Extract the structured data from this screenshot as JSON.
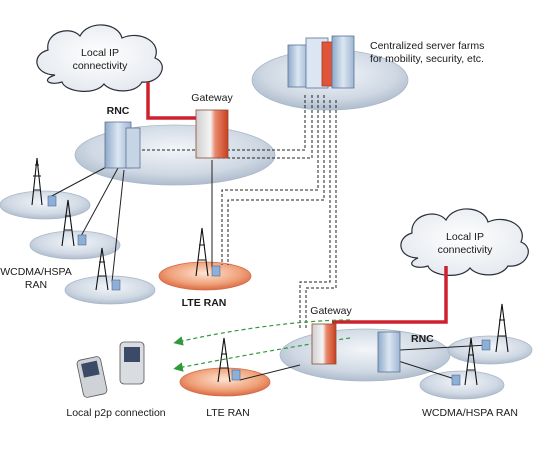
{
  "labels": {
    "cloud_top_line1": "Local IP",
    "cloud_top_line2": "connectivity",
    "cloud_right_line1": "Local IP",
    "cloud_right_line2": "connectivity",
    "server_farm_line1": "Centralized server farms",
    "server_farm_line2": "for mobility, security, etc.",
    "rnc_top": "RNC",
    "gateway_top": "Gateway",
    "wcdma_left_line1": "WCDMA/HSPA",
    "wcdma_left_line2": "RAN",
    "lte_top": "LTE RAN",
    "gateway_bottom": "Gateway",
    "rnc_bottom": "RNC",
    "local_p2p": "Local p2p connection",
    "lte_bottom": "LTE RAN",
    "wcdma_right": "WCDMA/HSPA RAN"
  },
  "colors": {
    "red_link": "#d0202e",
    "green_link": "#2f9a3a",
    "disc": "#c9d3df",
    "disc_orange": "#e8825a",
    "server_blue": "#a9bfd8",
    "gateway_red": "#e0553a"
  }
}
